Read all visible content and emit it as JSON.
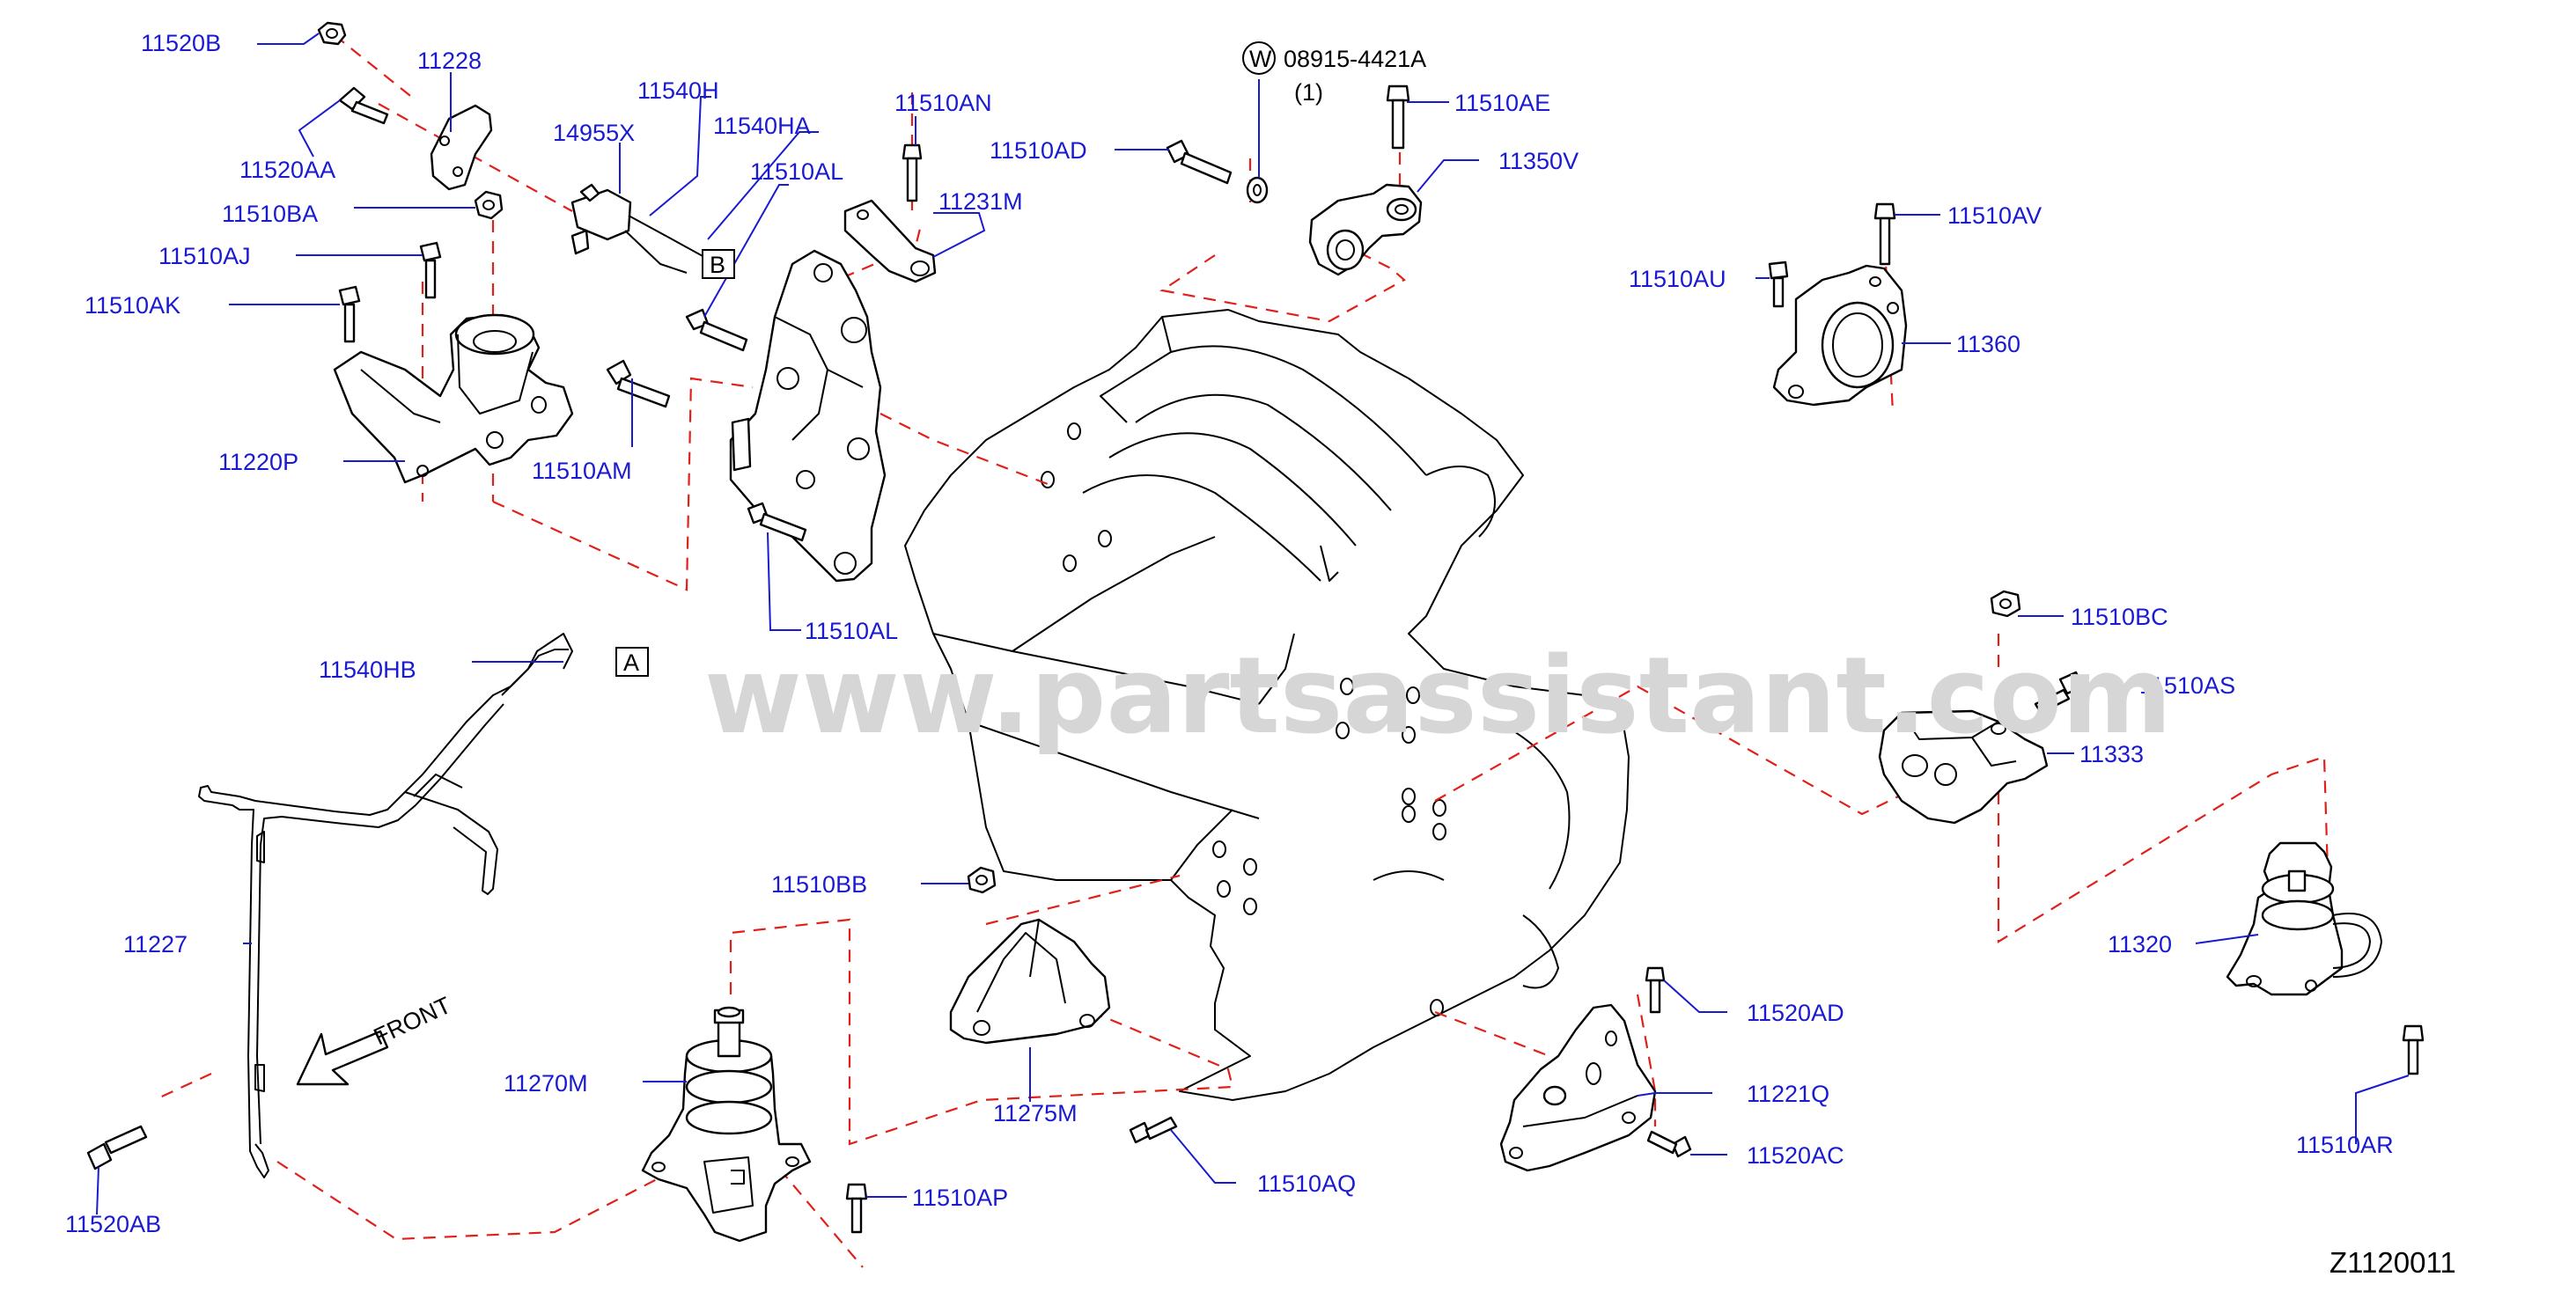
{
  "watermark": "www.partsassistant.com",
  "diagram_ref": "Z1120011",
  "washer_symbol": "W",
  "washer_qty": "(1)",
  "front_label": "FRONT",
  "connector_a": "A",
  "connector_b": "B",
  "colors": {
    "label": "#1a1ad0",
    "dashed": "#e0201b",
    "line": "#000000",
    "watermark": "#d6d6d6"
  },
  "labels": {
    "p11520B": "11520B",
    "p11228": "11228",
    "p11520AA": "11520AA",
    "p11540H": "11540H",
    "p14955X": "14955X",
    "p11540HA": "11540HA",
    "p11510AN": "11510AN",
    "p11510AD": "11510AD",
    "p08915": "08915-4421A",
    "p11510AE": "11510AE",
    "p11350V": "11350V",
    "p11510BA": "11510BA",
    "p11510AL_top": "11510AL",
    "p11231M": "11231M",
    "p11510AJ": "11510AJ",
    "p11510AK": "11510AK",
    "p11510AV": "11510AV",
    "p11510AU": "11510AU",
    "p11360": "11360",
    "p11220P": "11220P",
    "p11510AM": "11510AM",
    "p11510AL_bot": "11510AL",
    "p11510BC": "11510BC",
    "p11540HB": "11540HB",
    "p11510AS": "11510AS",
    "p11333": "11333",
    "p11510BB": "11510BB",
    "p11227": "11227",
    "p11320": "11320",
    "p11520AD": "11520AD",
    "p11270M": "11270M",
    "p11221Q": "11221Q",
    "p11275M": "11275M",
    "p11510AR": "11510AR",
    "p11520AC": "11520AC",
    "p11510AQ": "11510AQ",
    "p11510AP": "11510AP",
    "p11520AB": "11520AB"
  }
}
